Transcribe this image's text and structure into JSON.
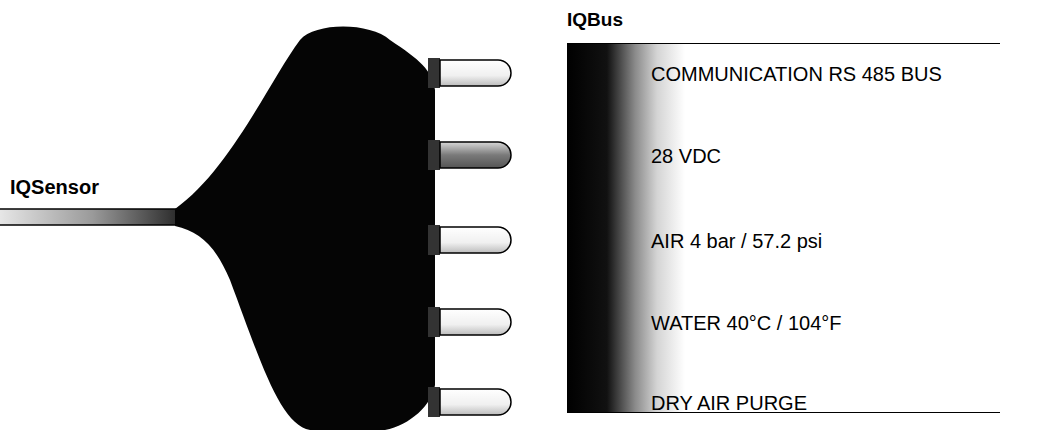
{
  "diagram": {
    "nodes": [
      {
        "text": [
          "IQBus",
          "COMMUNICATION RS 485 BUS",
          "28 VDC",
          "AIR 4 bar / 57.2 psi",
          "WATER 40°C / 104°F",
          "DRY AIR PURGE"
        ]
      }
    ],
    "labels": [
      "IQSensor"
    ]
  }
}
